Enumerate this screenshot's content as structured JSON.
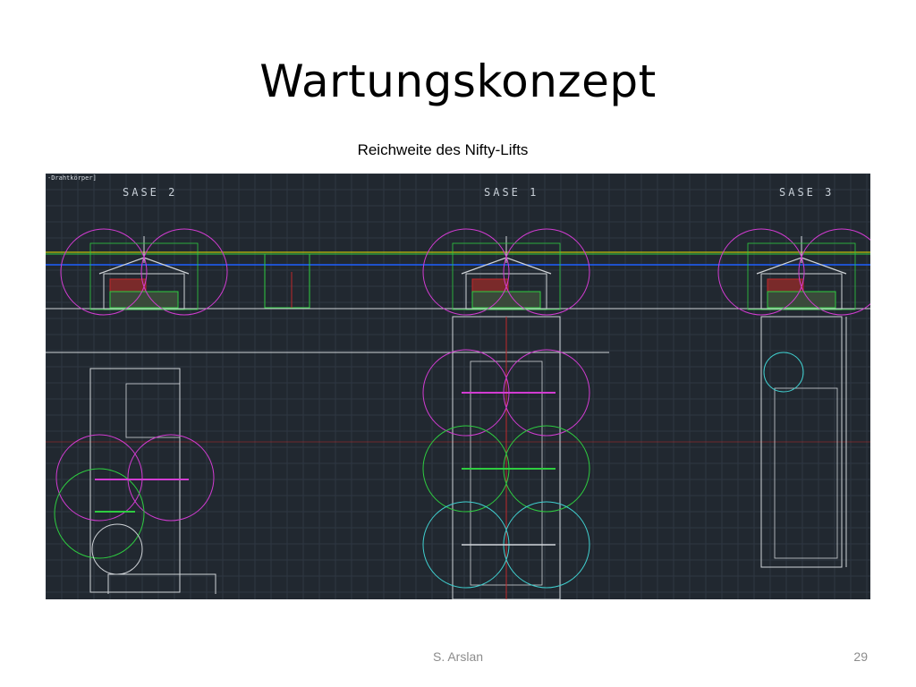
{
  "slide": {
    "title": "Wartungskonzept",
    "subtitle": "Reichweite des Nifty-Lifts",
    "author": "S. Arslan",
    "page_number": "29"
  },
  "cad": {
    "viewport_label": "-Drahtkörper]",
    "sase_labels": [
      "SASE 2",
      "SASE 1",
      "SASE 3"
    ],
    "colors": {
      "background": "#212830",
      "grid": "#2e3742",
      "magenta": "#d23cd2",
      "green": "#2ecc40",
      "blue": "#1e5fff",
      "yellow": "#e6e600",
      "white": "#d0d4d8",
      "red": "#c0282a",
      "cyan": "#40d0d0"
    }
  }
}
